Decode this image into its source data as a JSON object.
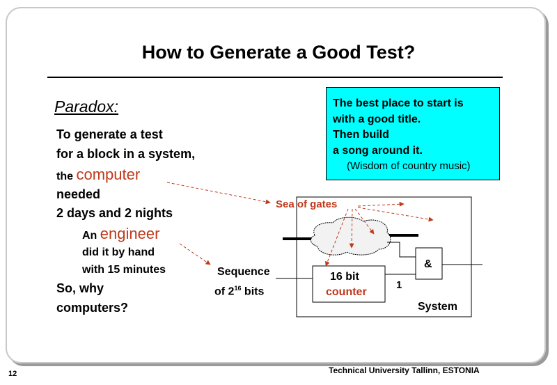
{
  "slide": {
    "title": "How to Generate a Good Test?",
    "paradox": "Paradox:",
    "lines": {
      "l1": "To generate a test",
      "l2": "for a block in a system,",
      "l3a": "the ",
      "l3b": "computer",
      "l4": "needed",
      "l5": "2 days and 2 nights",
      "l6a": "An ",
      "l6b": "engineer",
      "l7": "did it by hand",
      "l8": "with 15 minutes",
      "l9": "So, why",
      "l10": "computers?"
    },
    "quote": {
      "line1": "The best place to start is",
      "line2": "with a good title.",
      "line3": "Then build",
      "line4": "a song around it.",
      "attribution": "(Wisdom of country music)"
    },
    "diagram": {
      "sea_of_gates": "Sea of gates",
      "sequence_line1": "Sequence",
      "sequence_prefix": "of 2",
      "sequence_exp": "16",
      "sequence_suffix": " bits",
      "counter_line1": "16 bit",
      "counter_line2": "counter",
      "and_gate": "&",
      "one": "1",
      "system": "System"
    },
    "footer": {
      "page_number": "12",
      "institution": "Technical University Tallinn, ESTONIA"
    }
  }
}
